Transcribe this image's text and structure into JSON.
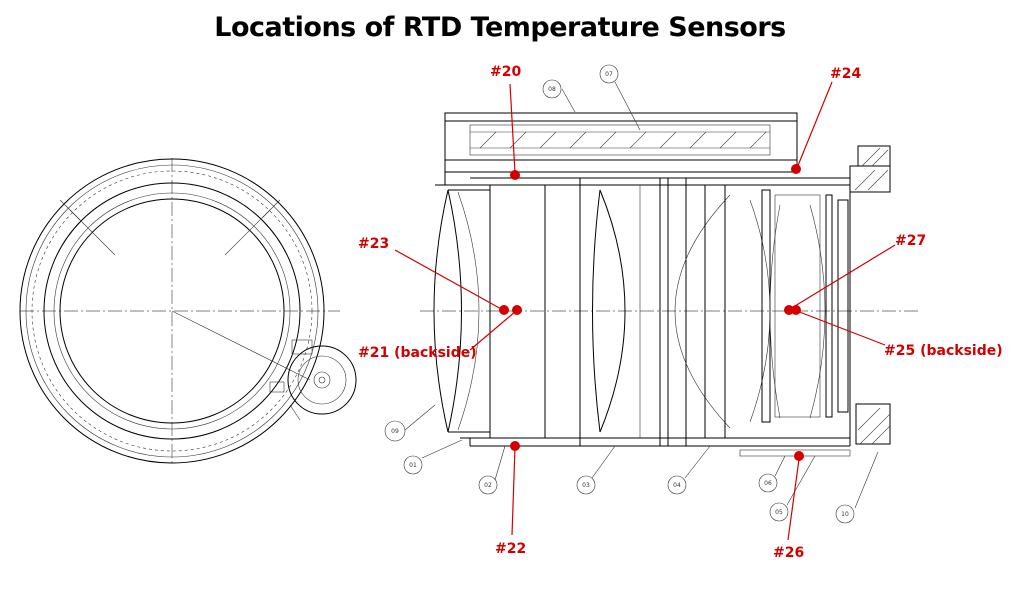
{
  "title": "Locations of RTD Temperature Sensors",
  "colors": {
    "sensor": "#d40000",
    "line": "#000000",
    "background": "#ffffff"
  },
  "sensors": [
    {
      "id": "s20",
      "label": "#20"
    },
    {
      "id": "s24",
      "label": "#24"
    },
    {
      "id": "s23",
      "label": "#23"
    },
    {
      "id": "s27",
      "label": "#27"
    },
    {
      "id": "s21",
      "label": "#21 (backside)"
    },
    {
      "id": "s25",
      "label": "#25 (backside)"
    },
    {
      "id": "s22",
      "label": "#22"
    },
    {
      "id": "s26",
      "label": "#26"
    }
  ],
  "parts": [
    "08",
    "07",
    "09",
    "01",
    "02",
    "03",
    "04",
    "06",
    "05",
    "10"
  ]
}
